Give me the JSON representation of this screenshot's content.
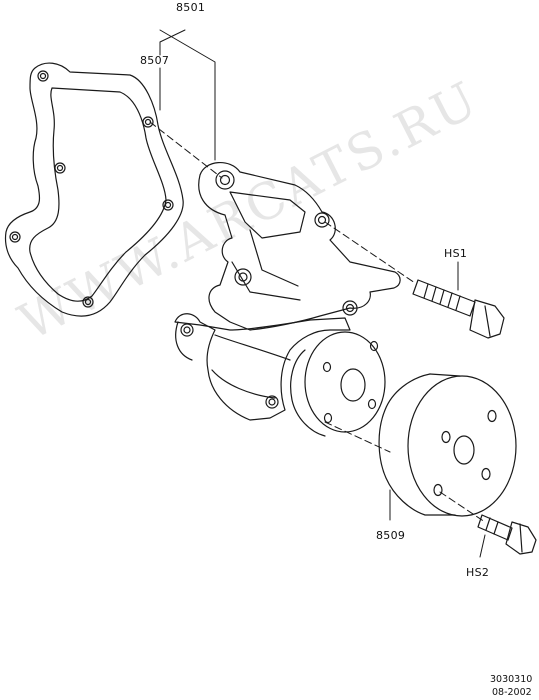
{
  "watermark": "WWW.ARCATS.RU",
  "callouts": {
    "water_pump_assembly": "8501",
    "gasket": "8507",
    "pulley": "8509",
    "bolt_1": "HS1",
    "bolt_2": "HS2"
  },
  "footer": {
    "drawing_number": "3030310",
    "date": "08-2002"
  },
  "colors": {
    "line": "#1a1a1a",
    "fill": "#ffffff",
    "watermark": "#e6e6e6"
  }
}
